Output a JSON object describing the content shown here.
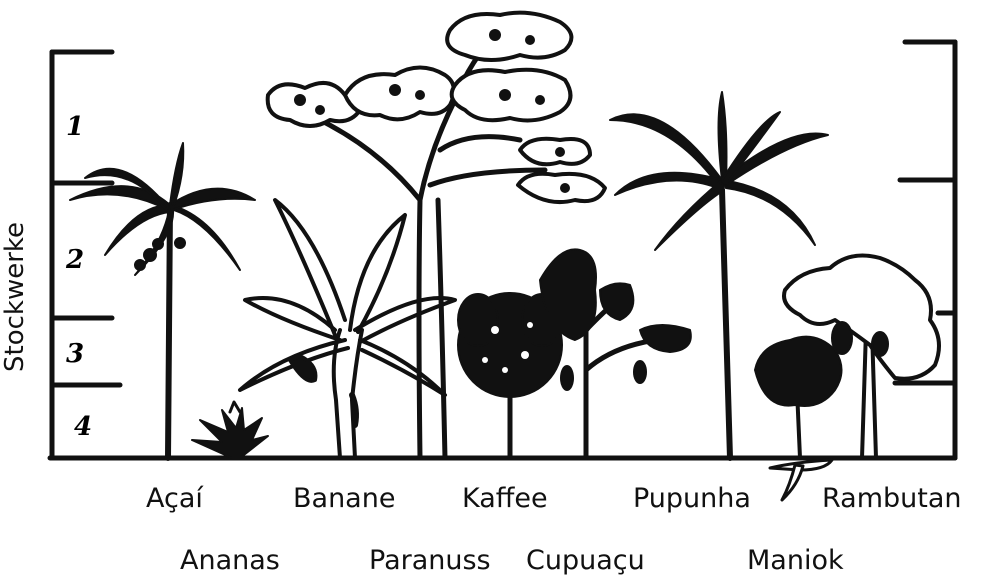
{
  "axis_title": "Stockwerke",
  "tiers": [
    "1",
    "2",
    "3",
    "4"
  ],
  "plants": {
    "acai": "Açaí",
    "ananas": "Ananas",
    "banane": "Banane",
    "paranuss": "Paranuss",
    "kaffee": "Kaffee",
    "cupuacu": "Cupuaçu",
    "pupunha": "Pupunha",
    "maniok": "Maniok",
    "rambutan": "Rambutan"
  },
  "colors": {
    "ink": "#111111",
    "background": "#ffffff"
  }
}
